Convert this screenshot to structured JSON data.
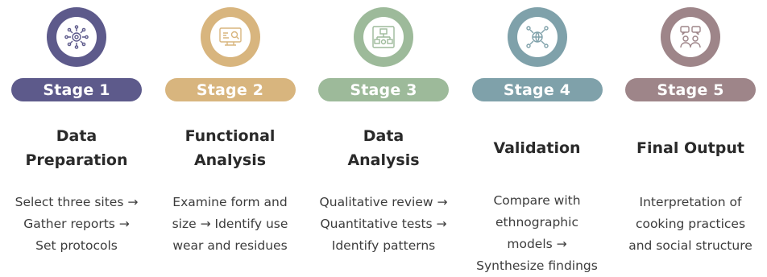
{
  "stages": [
    {
      "label": "Stage 1",
      "color": "#5d5a8b",
      "icon": "network-gear-icon",
      "title_lines": [
        "Data",
        "Preparation"
      ],
      "desc_lines": [
        "Select three sites →",
        "Gather reports →",
        "Set protocols"
      ]
    },
    {
      "label": "Stage 2",
      "color": "#d8b57e",
      "icon": "monitor-analysis-icon",
      "title_lines": [
        "Functional",
        "Analysis"
      ],
      "desc_lines": [
        "Examine form and",
        "size → Identify use",
        "wear and residues"
      ]
    },
    {
      "label": "Stage 3",
      "color": "#9dba9a",
      "icon": "flowchart-icon",
      "title_lines": [
        "Data",
        "Analysis"
      ],
      "desc_lines": [
        "Qualitative review →",
        "Quantitative tests →",
        "Identify patterns"
      ]
    },
    {
      "label": "Stage 4",
      "color": "#7fa1aa",
      "icon": "global-network-icon",
      "title_lines": [
        "Validation"
      ],
      "desc_lines": [
        "Compare with",
        "ethnographic",
        "models →",
        "Synthesize findings"
      ]
    },
    {
      "label": "Stage 5",
      "color": "#9e8589",
      "icon": "people-discussion-icon",
      "title_lines": [
        "Final Output"
      ],
      "desc_lines": [
        "Interpretation of",
        "cooking practices",
        "and social structure"
      ]
    }
  ]
}
